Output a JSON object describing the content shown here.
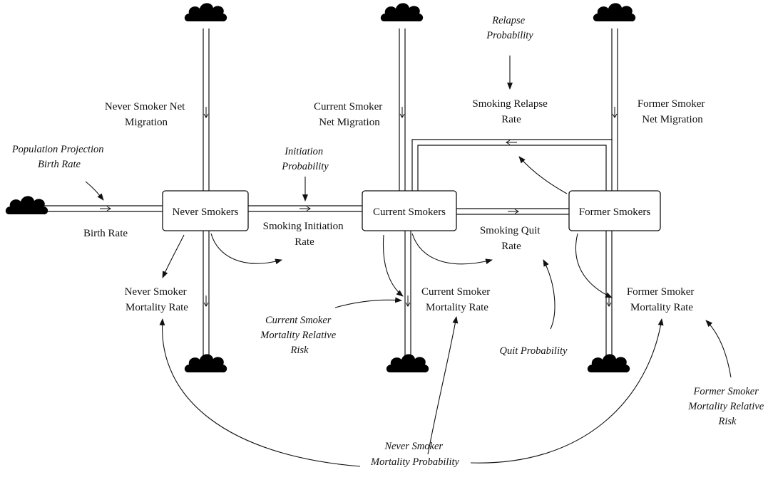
{
  "stocks": {
    "never_smokers": "Never Smokers",
    "current_smokers": "Current Smokers",
    "former_smokers": "Former Smokers"
  },
  "flows": {
    "birth_rate": [
      "Birth Rate"
    ],
    "never_smoker_net_migration": [
      "Never Smoker Net",
      "Migration"
    ],
    "smoking_initiation_rate": [
      "Smoking Initiation",
      "Rate"
    ],
    "never_smoker_mortality_rate": [
      "Never Smoker",
      "Mortality Rate"
    ],
    "current_smoker_net_migration": [
      "Current Smoker",
      "Net Migration"
    ],
    "smoking_relapse_rate": [
      "Smoking Relapse",
      "Rate"
    ],
    "smoking_quit_rate": [
      "Smoking Quit",
      "Rate"
    ],
    "current_smoker_mortality_rate": [
      "Current Smoker",
      "Mortality Rate"
    ],
    "former_smoker_net_migration": [
      "Former Smoker",
      "Net Migration"
    ],
    "former_smoker_mortality_rate": [
      "Former Smoker",
      "Mortality Rate"
    ]
  },
  "auxiliaries": {
    "population_projection_birth_rate": [
      "Population Projection",
      "Birth Rate"
    ],
    "initiation_probability": [
      "Initiation",
      "Probability"
    ],
    "relapse_probability": [
      "Relapse",
      "Probability"
    ],
    "quit_probability": [
      "Quit Probability"
    ],
    "current_smoker_mortality_relative_risk": [
      "Current Smoker",
      "Mortality Relative",
      "Risk"
    ],
    "former_smoker_mortality_relative_risk": [
      "Former Smoker",
      "Mortality Relative",
      "Risk"
    ],
    "never_smoker_mortality_probability": [
      "Never Smoker",
      "Mortality Probability"
    ]
  }
}
